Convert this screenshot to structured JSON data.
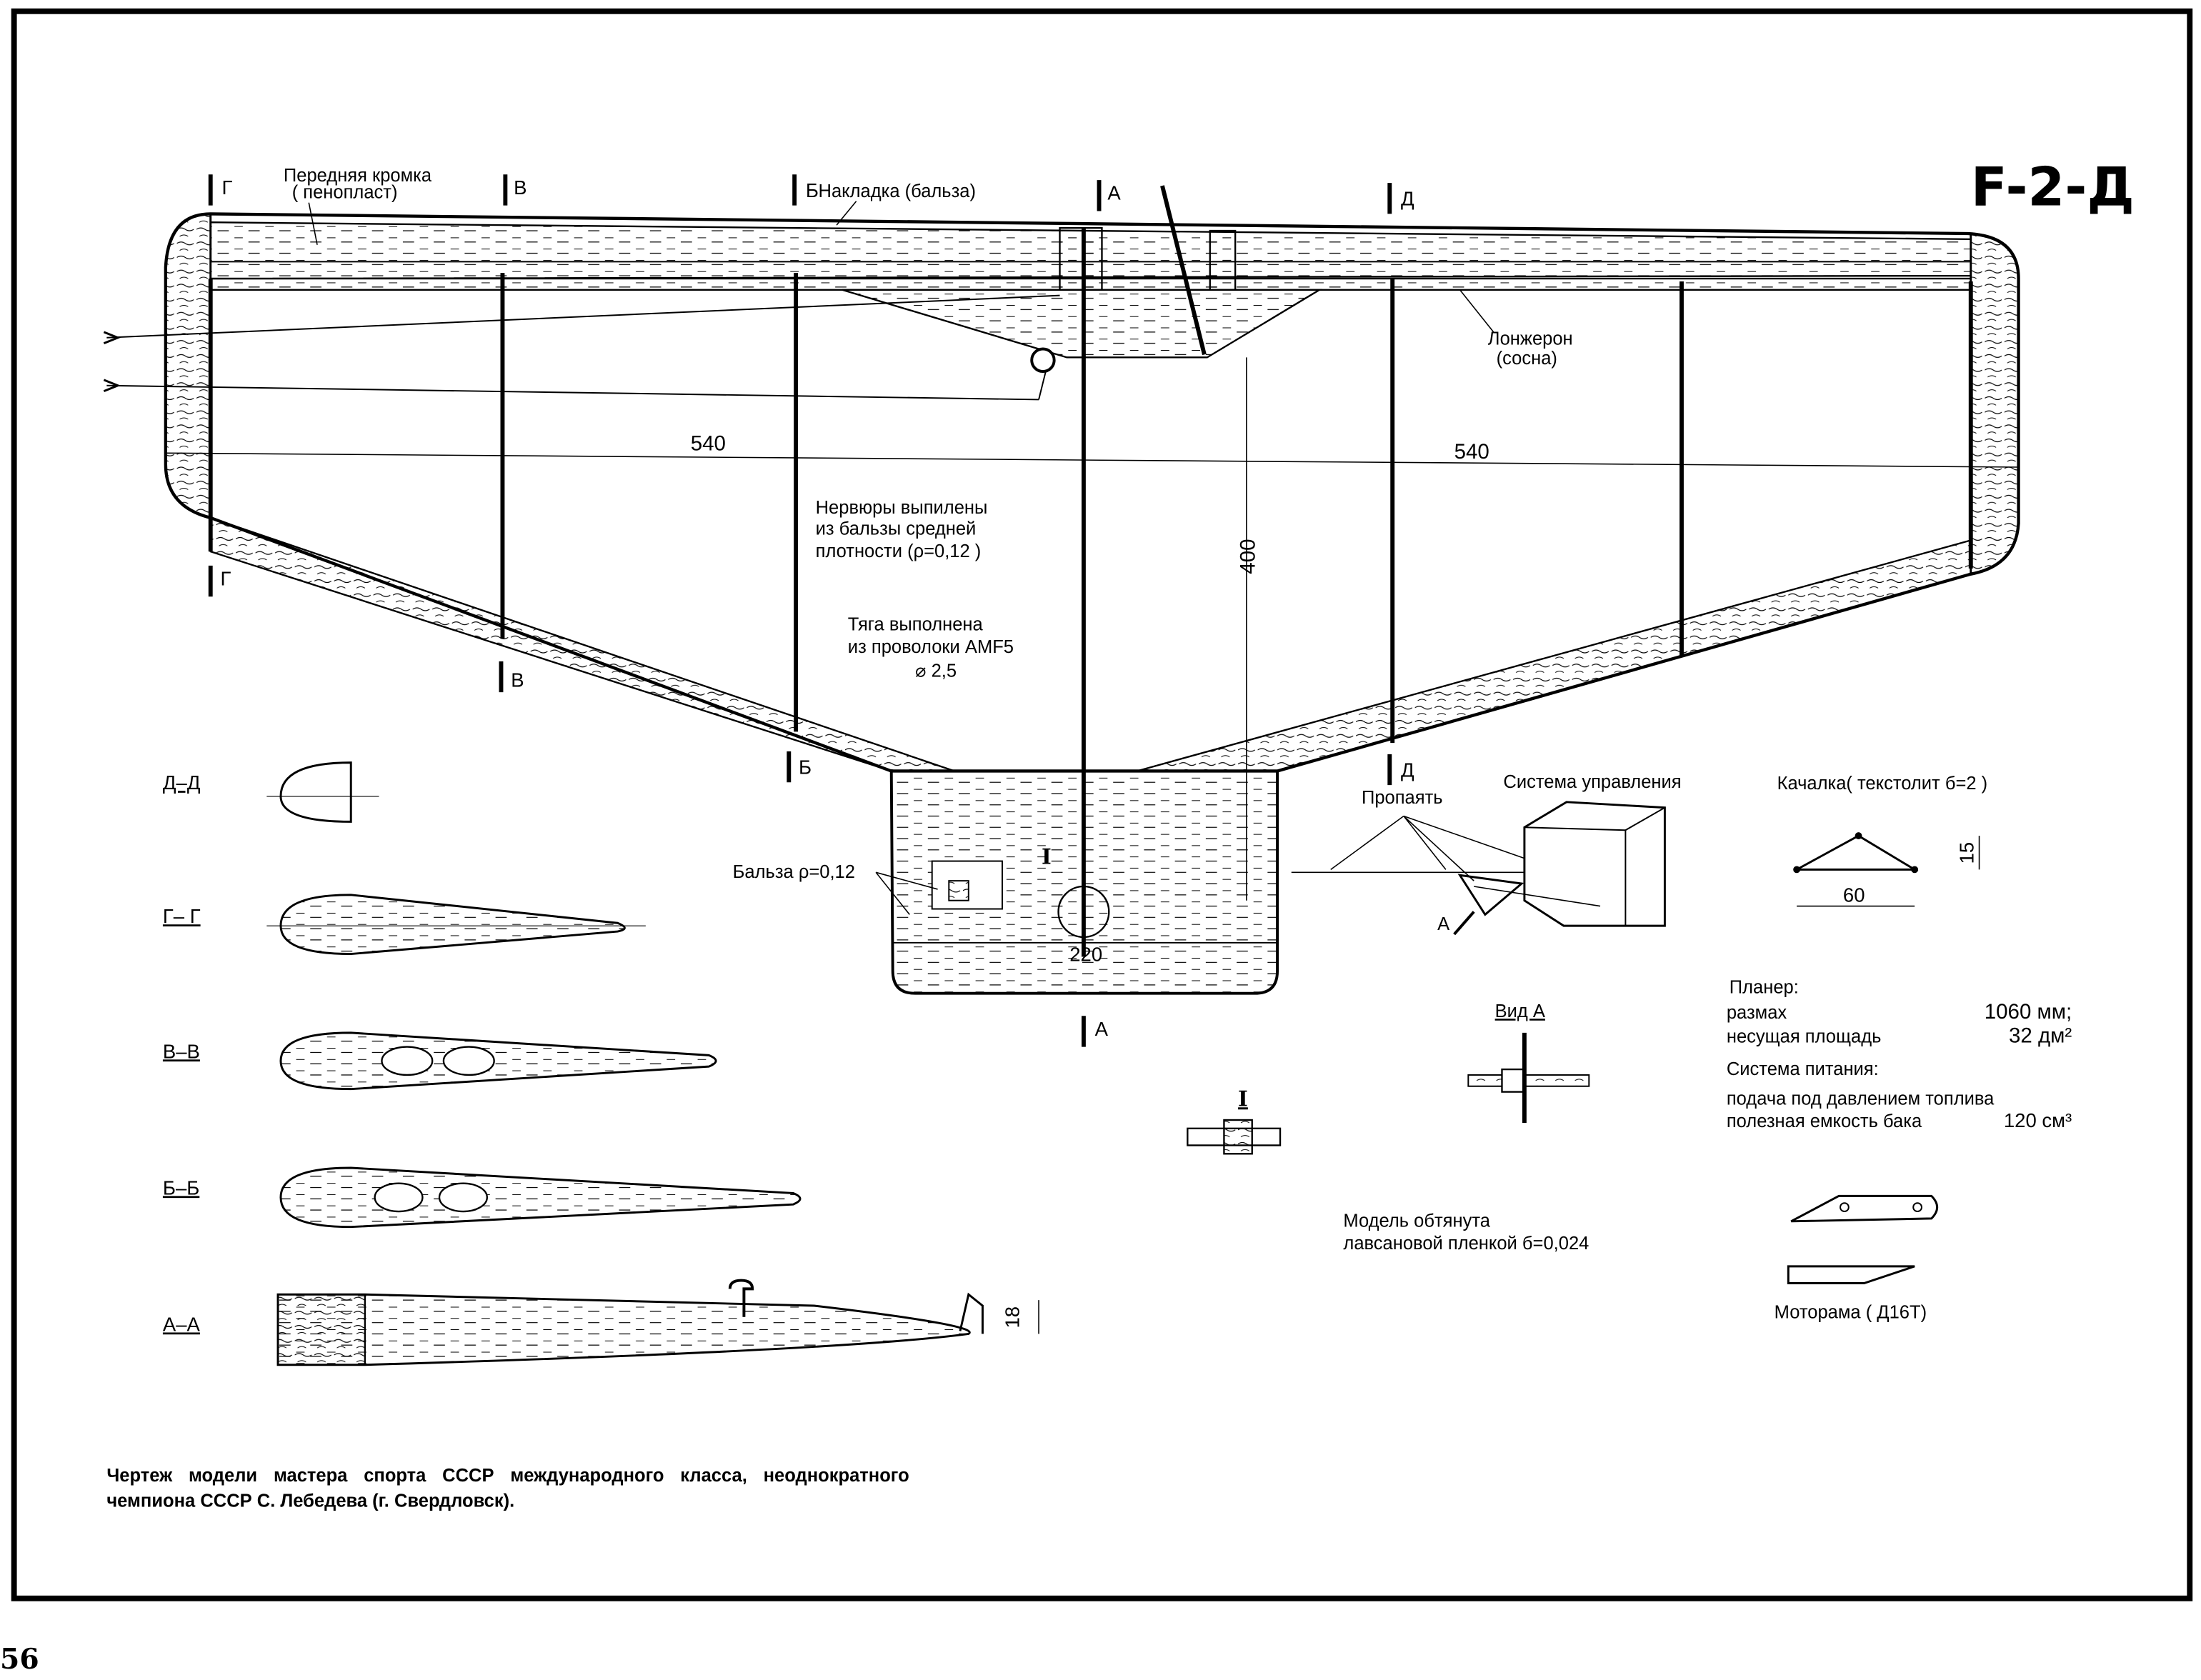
{
  "title": "F-2-Д",
  "labels": {
    "leading_edge": [
      "Передняя кромка",
      "( пенопласт)"
    ],
    "overlay": "Накладка (бальза)",
    "spar": [
      "Лонжерон",
      "(сосна)"
    ],
    "ribs_note": [
      "Нервюры выпилены",
      "из бальзы средней",
      "плотности (ρ=0,12 )"
    ],
    "pushrod_note": [
      "Тяга выполнена",
      "из проволоки АМF5",
      "⌀ 2,5"
    ],
    "balsa": "Бальза ρ=0,12",
    "solder": "Пропаять",
    "control_system": "Система управления",
    "bellcrank": "Качалка( текстолит б=2 )",
    "view_a": "Вид А",
    "detail_i": "I",
    "covering": [
      "Модель обтянута",
      "лавсановой пленкой б=0,024"
    ],
    "motor_mount": "Моторама ( Д16Т)",
    "arrow_a": "А"
  },
  "section_marks": {
    "g": "Г",
    "v": "В",
    "b": "Б",
    "a": "А",
    "d": "Д"
  },
  "dimensions": {
    "left_half": "540",
    "right_half": "540",
    "chord": "400",
    "center": "220",
    "bellcrank_w": "60",
    "bellcrank_h": "15",
    "fin_h": "18"
  },
  "sections": [
    "Д–Д",
    "Г– Г",
    "В–В",
    "Б–Б",
    "А–А"
  ],
  "specs": {
    "glider": "Планер:",
    "span_label": "размах",
    "span_value": "1060 мм;",
    "area_label": "несущая площадь",
    "area_value": "32 дм²",
    "fuel_system": "Система питания:",
    "fuel_feed": "подача под давлением топлива",
    "tank_label": "полезная емкость бака",
    "tank_value": "120 см³"
  },
  "caption": [
    "Чертеж модели мастера спорта СССР международного класса, неоднократного",
    "чемпиона СССР С. Лебедева (г. Свердловск)."
  ],
  "page_number": "56",
  "colors": {
    "ink": "#000000",
    "paper": "#ffffff"
  }
}
